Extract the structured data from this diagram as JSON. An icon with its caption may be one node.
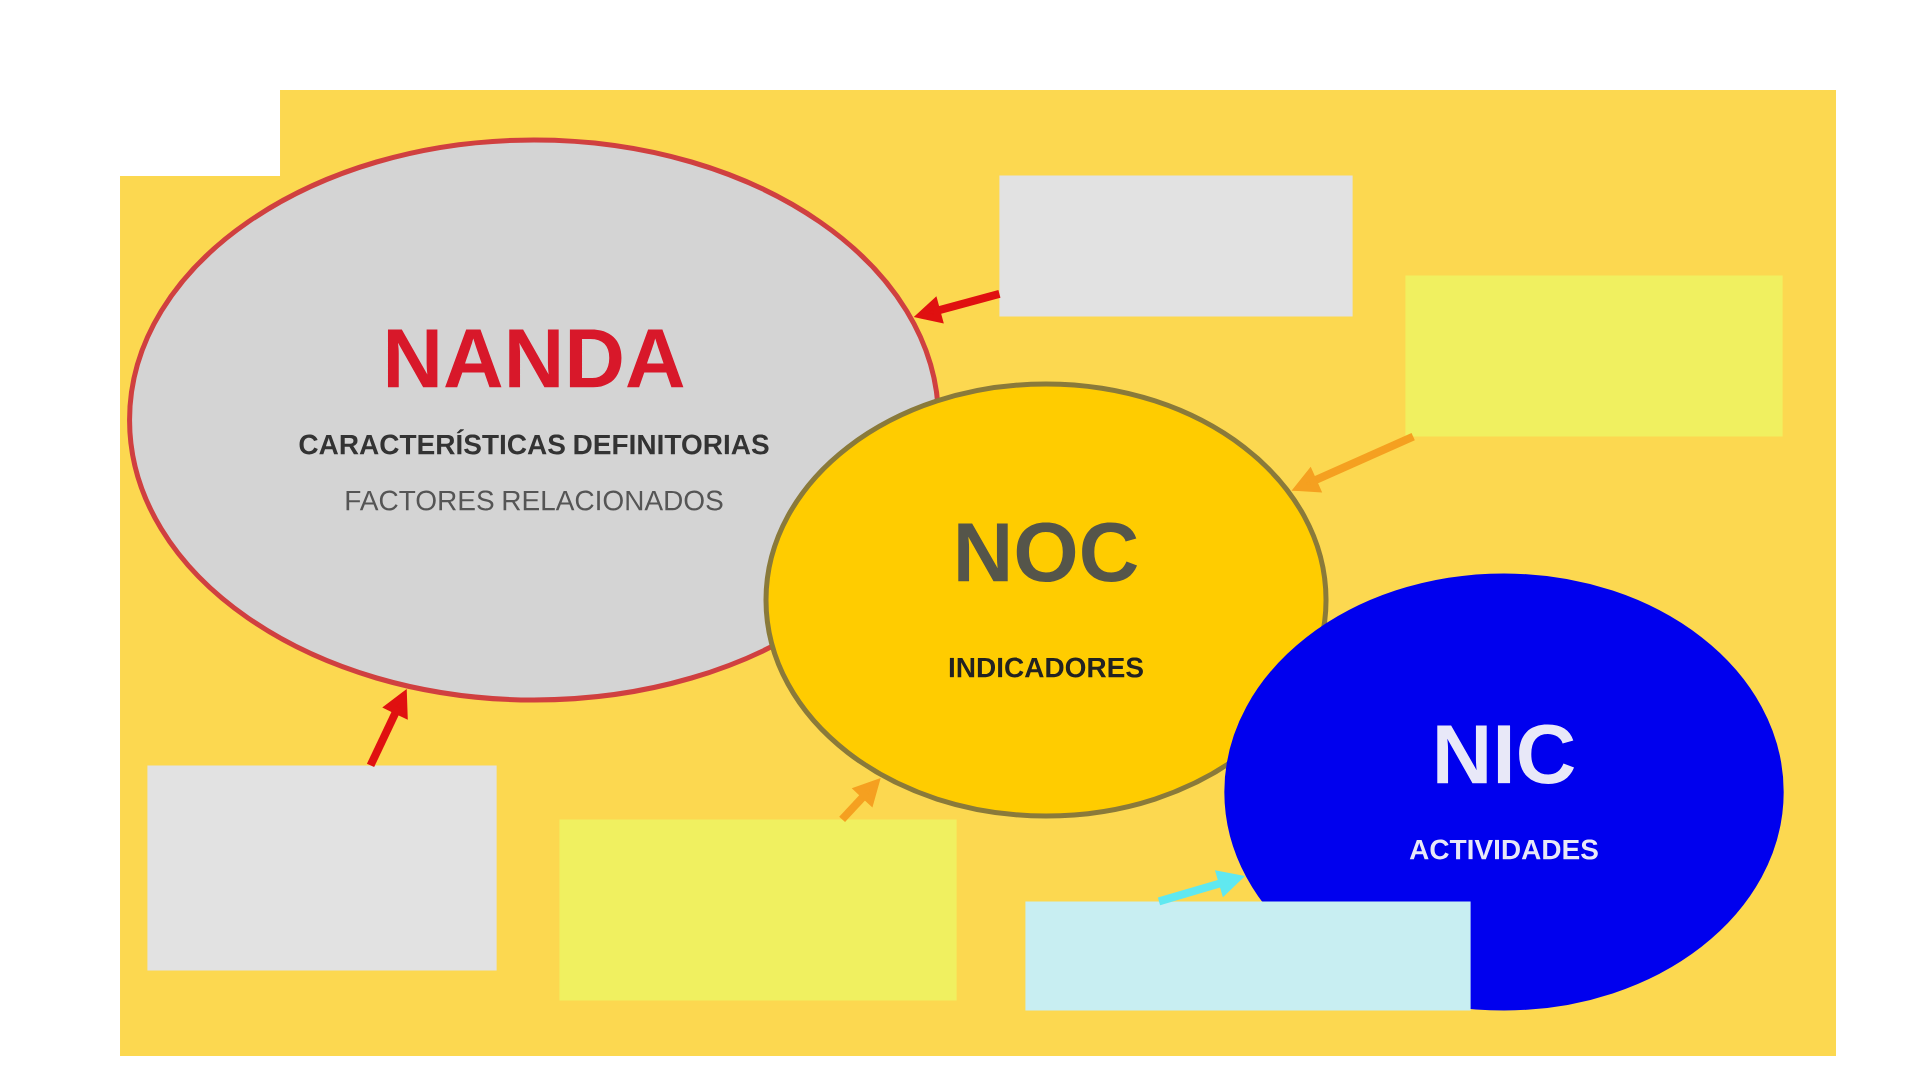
{
  "diagram": {
    "nodes": [
      {
        "text": [
          "NANDA",
          "CARACTERÍSTICAS DEFINITORIAS",
          "FACTORES RELACIONADOS"
        ]
      },
      {
        "text": [
          "NOC",
          "INDICADORES"
        ]
      },
      {
        "text": [
          "NIC",
          "ACTIVIDADES"
        ]
      },
      {
        "text": [],
        "shape": "box"
      },
      {
        "text": [],
        "shape": "box"
      },
      {
        "text": [],
        "shape": "box"
      },
      {
        "text": [],
        "shape": "box"
      },
      {
        "text": [],
        "shape": "box"
      }
    ],
    "edges": [
      {
        "from": 3,
        "to": 0,
        "arrow": "to",
        "color": "#e01010"
      },
      {
        "from": 4,
        "to": 1,
        "arrow": "to",
        "color": "#f5a020"
      },
      {
        "from": 5,
        "to": 0,
        "arrow": "to",
        "color": "#e01010"
      },
      {
        "from": 6,
        "to": 1,
        "arrow": "to",
        "color": "#f5a020"
      },
      {
        "from": 7,
        "to": 2,
        "arrow": "to",
        "color": "#60e8f0"
      }
    ]
  }
}
